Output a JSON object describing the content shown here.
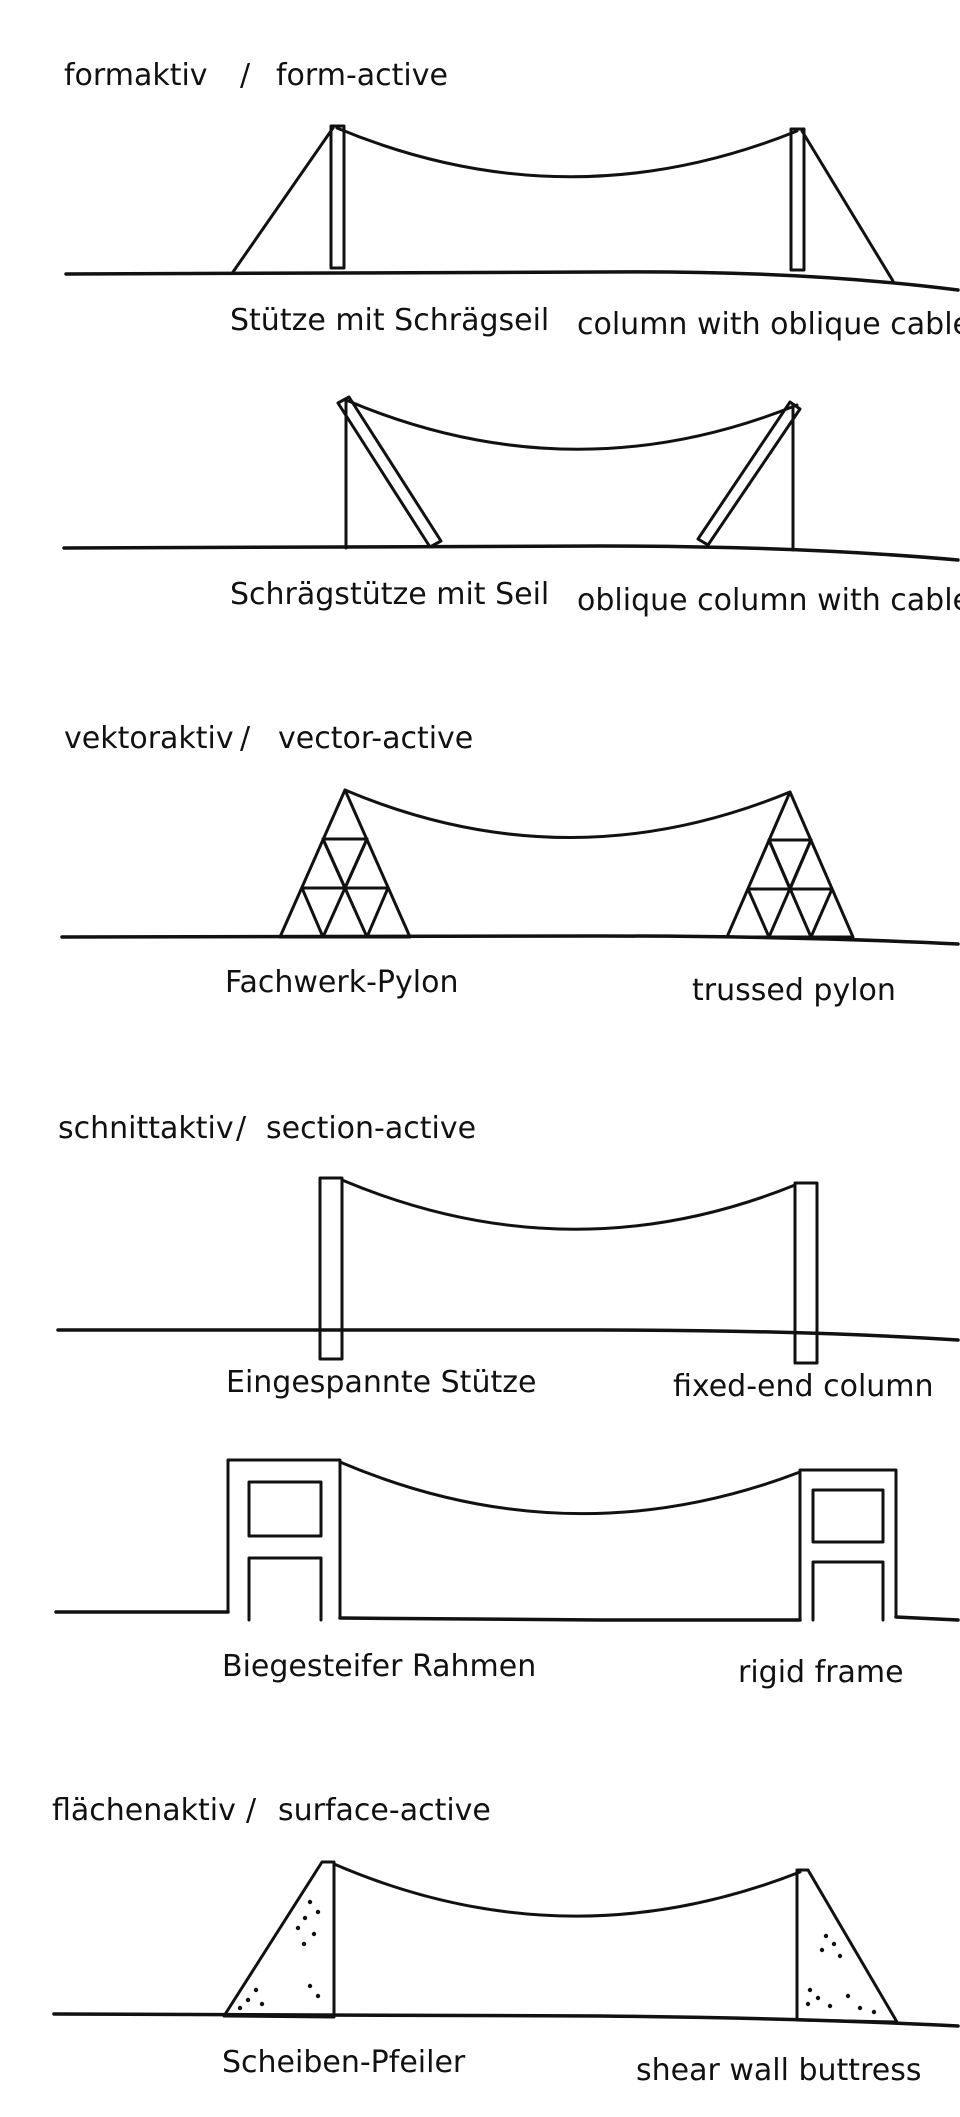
{
  "sections": [
    {
      "heading_de": "formaktiv",
      "heading_sep": "/",
      "heading_en": "form-active",
      "items": [
        {
          "label_de": "Stütze mit Schrägseil",
          "label_en": "column with oblique cable"
        },
        {
          "label_de": "Schrägstütze mit Seil",
          "label_en": "oblique column with cable"
        }
      ]
    },
    {
      "heading_de": "vektoraktiv",
      "heading_sep": "/",
      "heading_en": "vector-active",
      "items": [
        {
          "label_de": "Fachwerk-Pylon",
          "label_en": "trussed pylon"
        }
      ]
    },
    {
      "heading_de": "schnittaktiv",
      "heading_sep": "/",
      "heading_en": "section-active",
      "items": [
        {
          "label_de": "Eingespannte Stütze",
          "label_en": "fixed-end column"
        },
        {
          "label_de": "Biegesteifer Rahmen",
          "label_en": "rigid frame"
        }
      ]
    },
    {
      "heading_de": "flächenaktiv",
      "heading_sep": "/",
      "heading_en": "surface-active",
      "items": [
        {
          "label_de": "Scheiben-Pfeiler",
          "label_en": "shear wall buttress"
        }
      ]
    }
  ]
}
